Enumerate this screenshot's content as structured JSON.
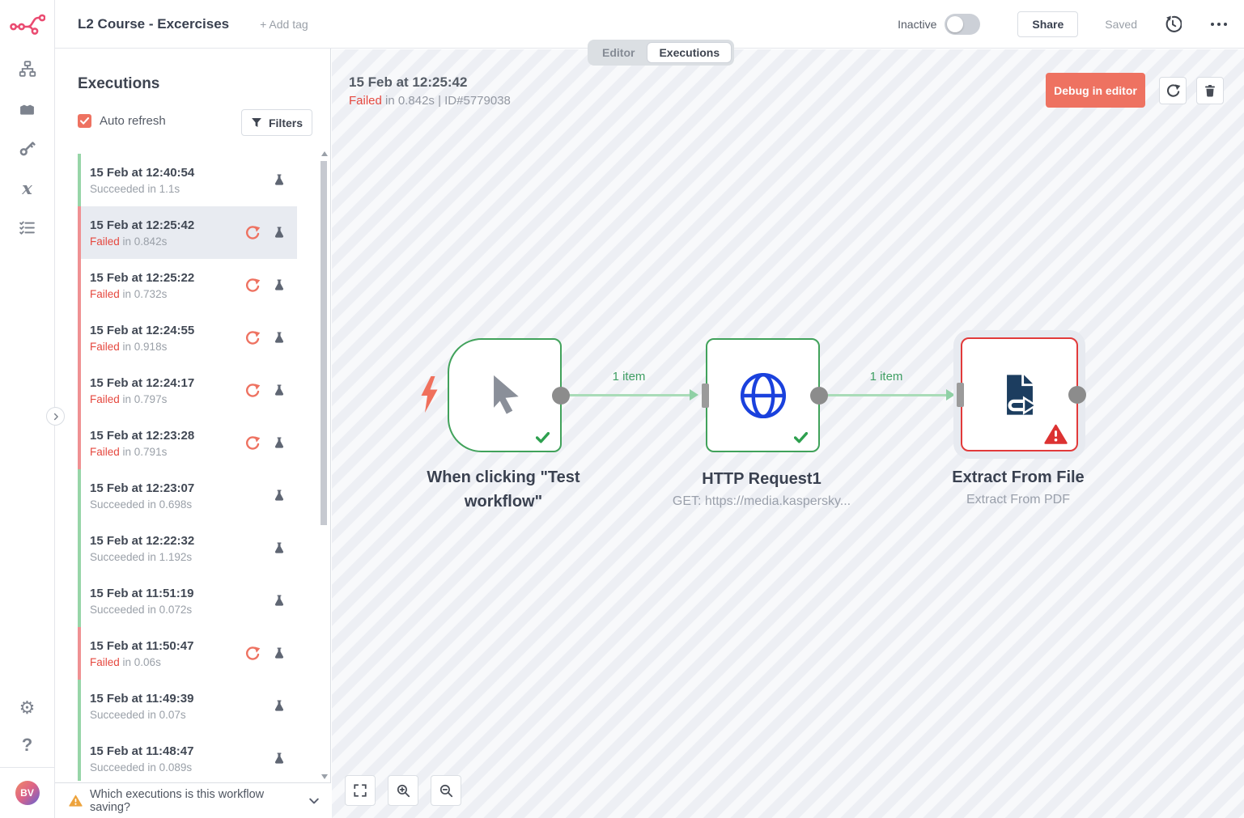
{
  "topbar": {
    "workflow_title": "L2 Course - Excercises",
    "add_tag_label": "+ Add tag",
    "active_toggle_label": "Inactive",
    "active_toggle_on": false,
    "share_label": "Share",
    "saved_label": "Saved"
  },
  "sidebar": {
    "items": [
      "workflows",
      "templates",
      "credentials",
      "variables",
      "executions"
    ],
    "bottom_items": [
      "settings",
      "help"
    ],
    "avatar_initials": "BV"
  },
  "icons": {
    "gear_glyph": "⚙",
    "help_glyph": "?",
    "variables_glyph": "x"
  },
  "tabs": {
    "editor_label": "Editor",
    "executions_label": "Executions",
    "active": "Executions"
  },
  "executions_panel": {
    "title": "Executions",
    "auto_refresh_label": "Auto refresh",
    "auto_refresh_checked": true,
    "filters_label": "Filters",
    "items": [
      {
        "time": "15 Feb at 12:40:54",
        "status": "Succeeded",
        "duration": "1.1s",
        "retry": false,
        "selected": false
      },
      {
        "time": "15 Feb at 12:25:42",
        "status": "Failed",
        "duration": "0.842s",
        "retry": true,
        "selected": true
      },
      {
        "time": "15 Feb at 12:25:22",
        "status": "Failed",
        "duration": "0.732s",
        "retry": true,
        "selected": false
      },
      {
        "time": "15 Feb at 12:24:55",
        "status": "Failed",
        "duration": "0.918s",
        "retry": true,
        "selected": false
      },
      {
        "time": "15 Feb at 12:24:17",
        "status": "Failed",
        "duration": "0.797s",
        "retry": true,
        "selected": false
      },
      {
        "time": "15 Feb at 12:23:28",
        "status": "Failed",
        "duration": "0.791s",
        "retry": true,
        "selected": false
      },
      {
        "time": "15 Feb at 12:23:07",
        "status": "Succeeded",
        "duration": "0.698s",
        "retry": false,
        "selected": false
      },
      {
        "time": "15 Feb at 12:22:32",
        "status": "Succeeded",
        "duration": "1.192s",
        "retry": false,
        "selected": false
      },
      {
        "time": "15 Feb at 11:51:19",
        "status": "Succeeded",
        "duration": "0.072s",
        "retry": false,
        "selected": false
      },
      {
        "time": "15 Feb at 11:50:47",
        "status": "Failed",
        "duration": "0.06s",
        "retry": true,
        "selected": false
      },
      {
        "time": "15 Feb at 11:49:39",
        "status": "Succeeded",
        "duration": "0.07s",
        "retry": false,
        "selected": false
      },
      {
        "time": "15 Feb at 11:48:47",
        "status": "Succeeded",
        "duration": "0.089s",
        "retry": false,
        "selected": false
      }
    ],
    "footer_question": "Which executions is this workflow saving?"
  },
  "execution_detail": {
    "time": "15 Feb at 12:25:42",
    "status": "Failed",
    "meta": " in 0.842s | ID#5779038",
    "debug_button_label": "Debug in editor"
  },
  "canvas": {
    "nodes": [
      {
        "name": "When clicking \"Test workflow\"",
        "subtitle": "",
        "status": "success",
        "type": "manual-trigger"
      },
      {
        "name": "HTTP Request1",
        "subtitle": "GET: https://media.kaspersky...",
        "status": "success",
        "type": "http-request"
      },
      {
        "name": "Extract From File",
        "subtitle": "Extract From PDF",
        "status": "error",
        "type": "extract-from-file",
        "selected": true
      }
    ],
    "connections": [
      {
        "label": "1 item"
      },
      {
        "label": "1 item"
      }
    ]
  },
  "colors": {
    "brand": "#ea4b71",
    "accent": "#ee7261",
    "danger": "#e5483f",
    "success": "#2ea04f",
    "node_success_border": "#41a25b",
    "node_error_border": "#e23a3a",
    "connection": "#a9dcb8",
    "globe_blue": "#1a41dd",
    "file_navy": "#1c3d5f",
    "warning_amber": "#eda33c"
  }
}
